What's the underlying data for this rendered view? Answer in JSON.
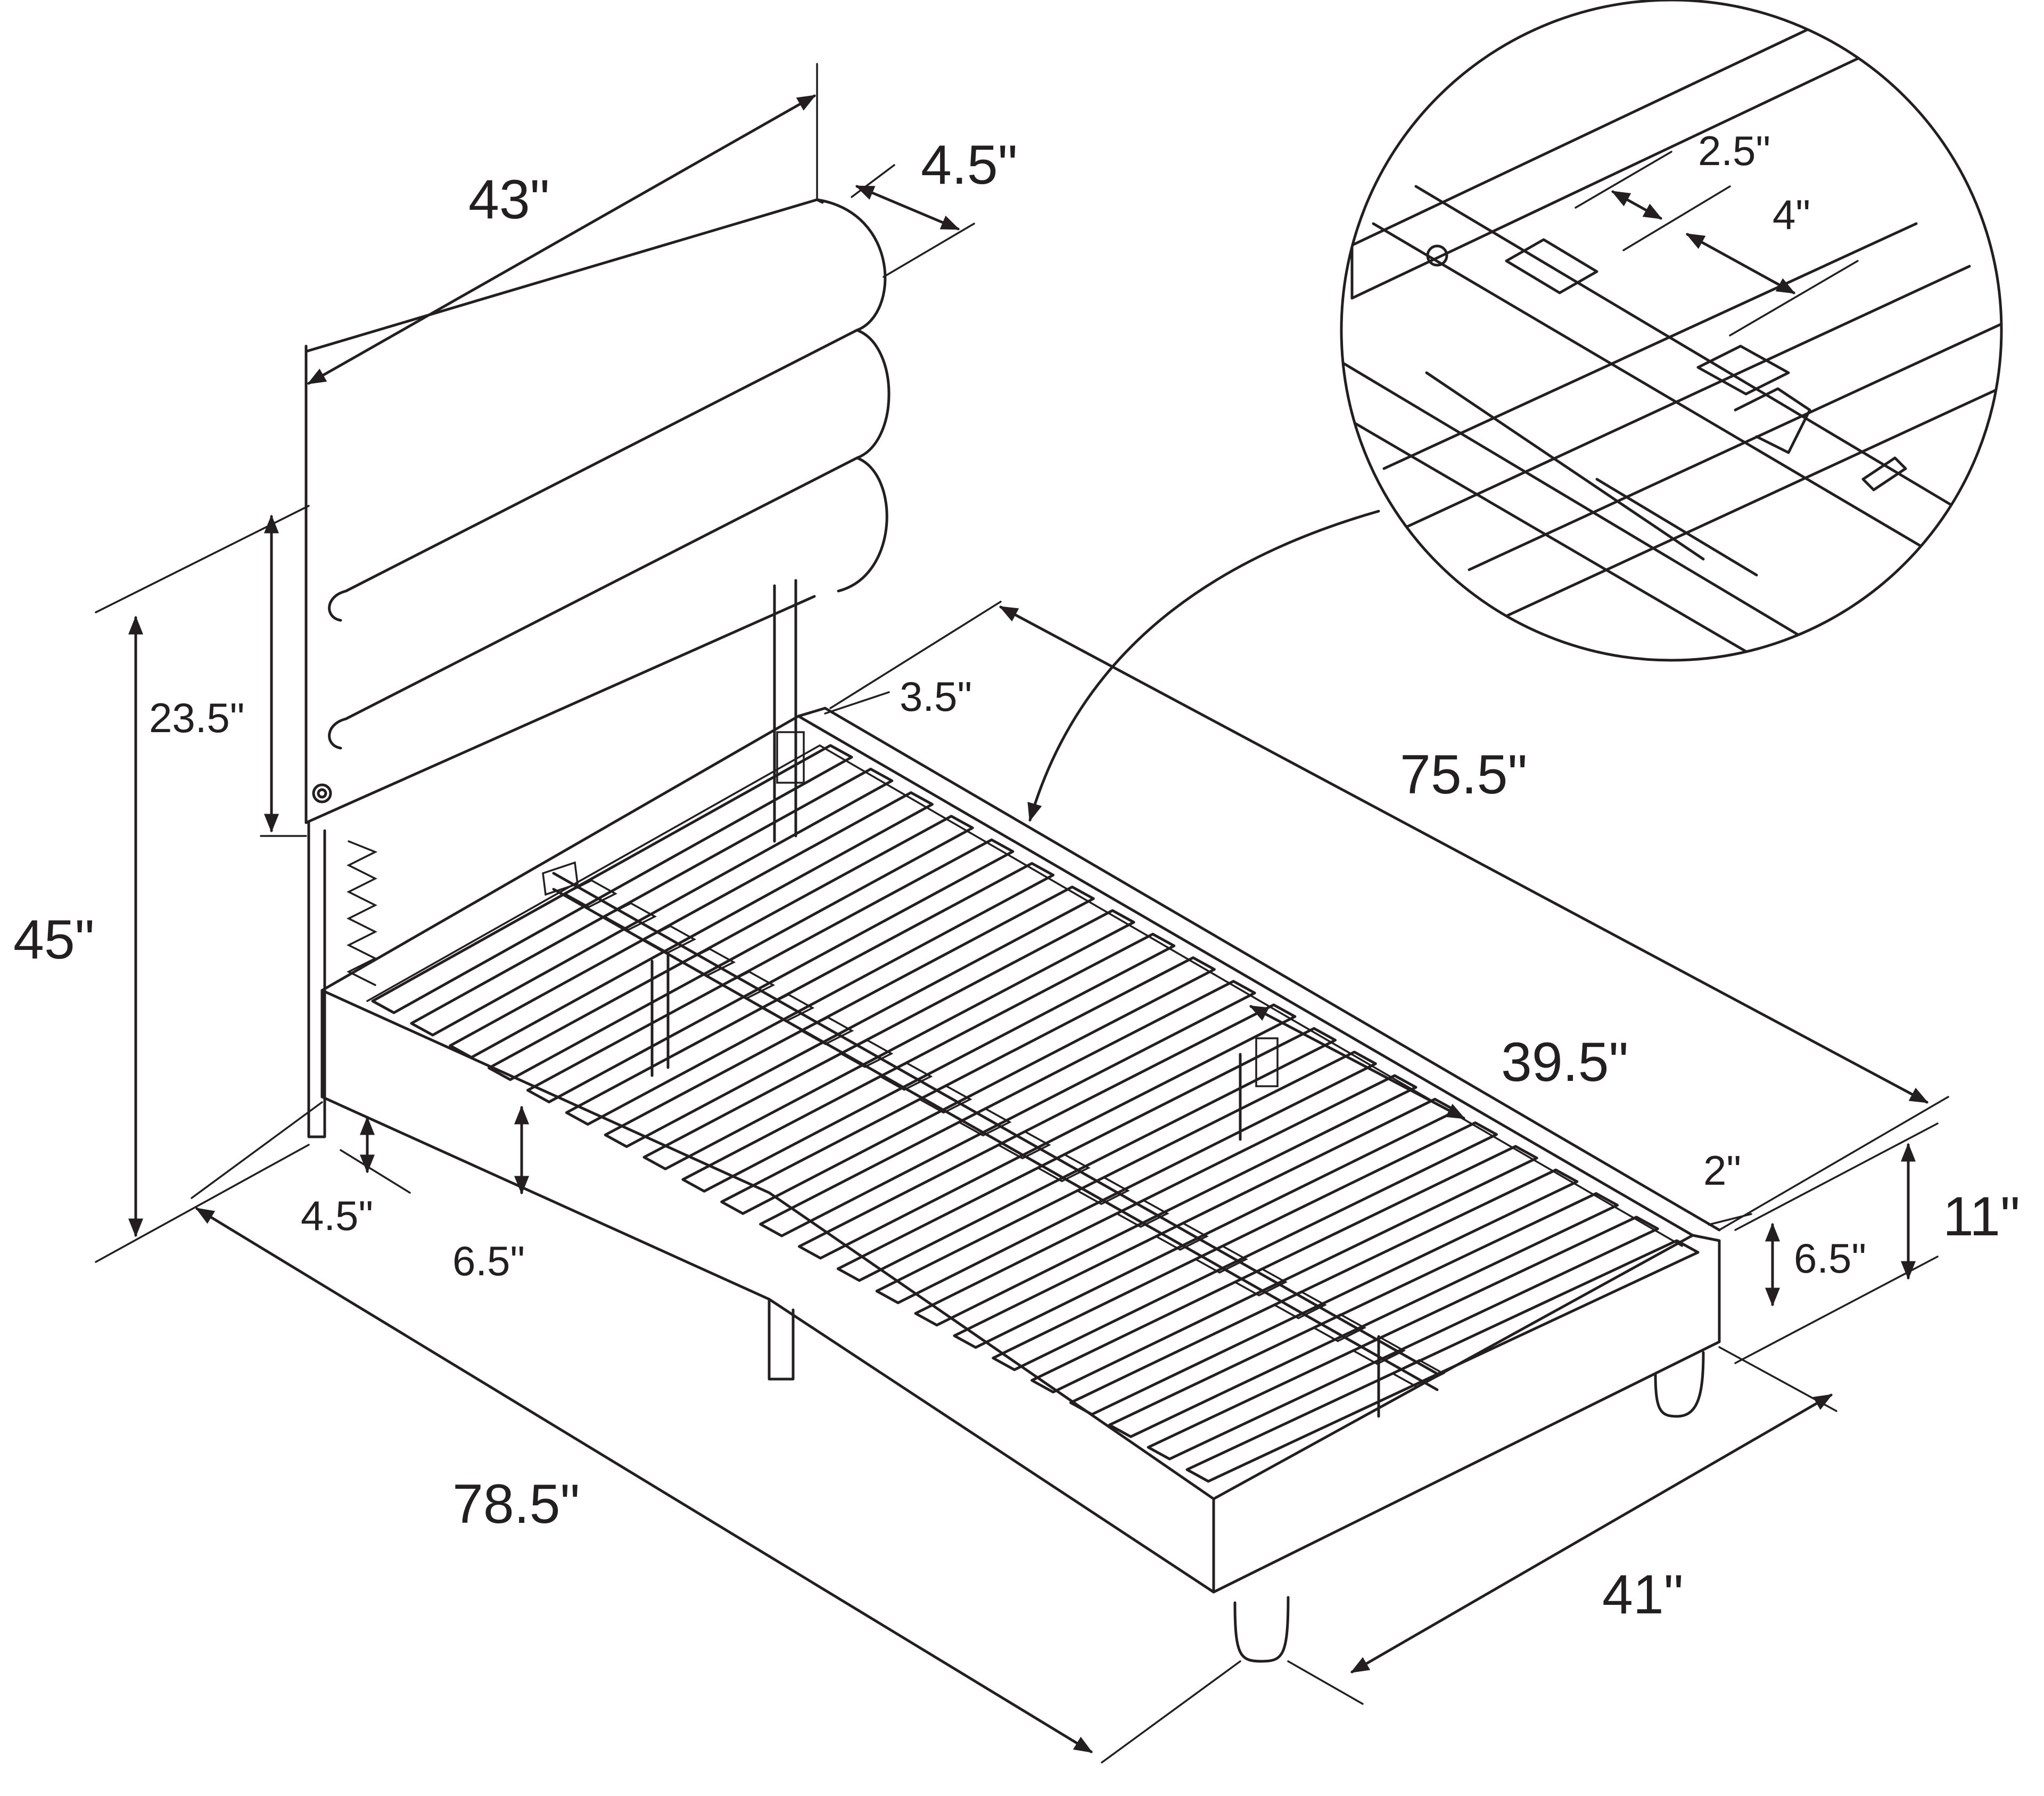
{
  "dimensions": {
    "headboard_width": "43\"",
    "headboard_depth": "4.5\"",
    "total_height": "45\"",
    "headboard_panel_height": "23.5\"",
    "rail_width": "3.5\"",
    "frame_length": "75.5\"",
    "inner_width": "39.5\"",
    "rail_top_thickness": "2\"",
    "footboard_height": "11\"",
    "footboard_rail_height": "6.5\"",
    "leg_height": "4.5\"",
    "side_rail_height": "6.5\"",
    "total_length": "78.5\"",
    "total_width": "41\""
  },
  "detail_callout": {
    "slat_width": "2.5\"",
    "slat_spacing": "4\""
  }
}
